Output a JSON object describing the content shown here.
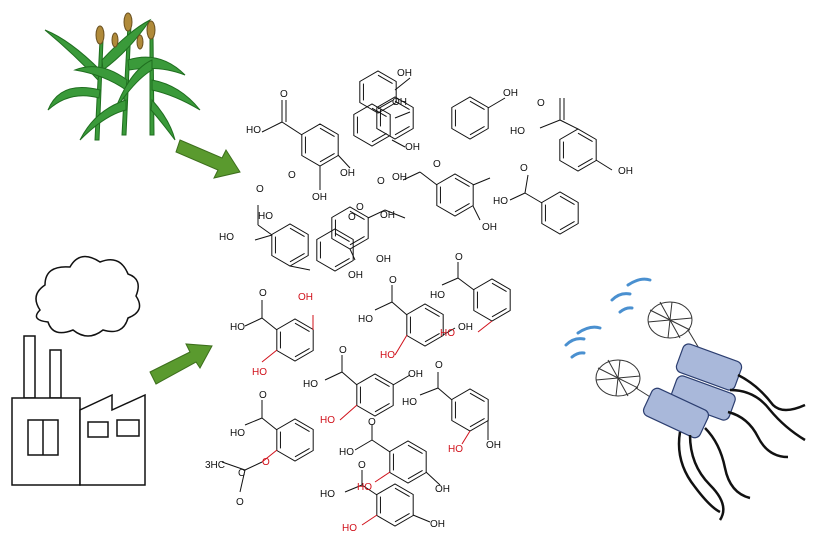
{
  "labels": {
    "oh": "OH",
    "ho": "HO",
    "o": "O",
    "methyl": "3HC",
    "c": "C"
  },
  "colors": {
    "arrow": "#5a9a2e",
    "plant": "#2e8a2e",
    "cell": "#a9b8da",
    "wave": "#4a90d0",
    "highlight": "#d0101a"
  },
  "icons": [
    "plant-icon",
    "factory-icon",
    "arrow-icon",
    "microbe-icon"
  ]
}
